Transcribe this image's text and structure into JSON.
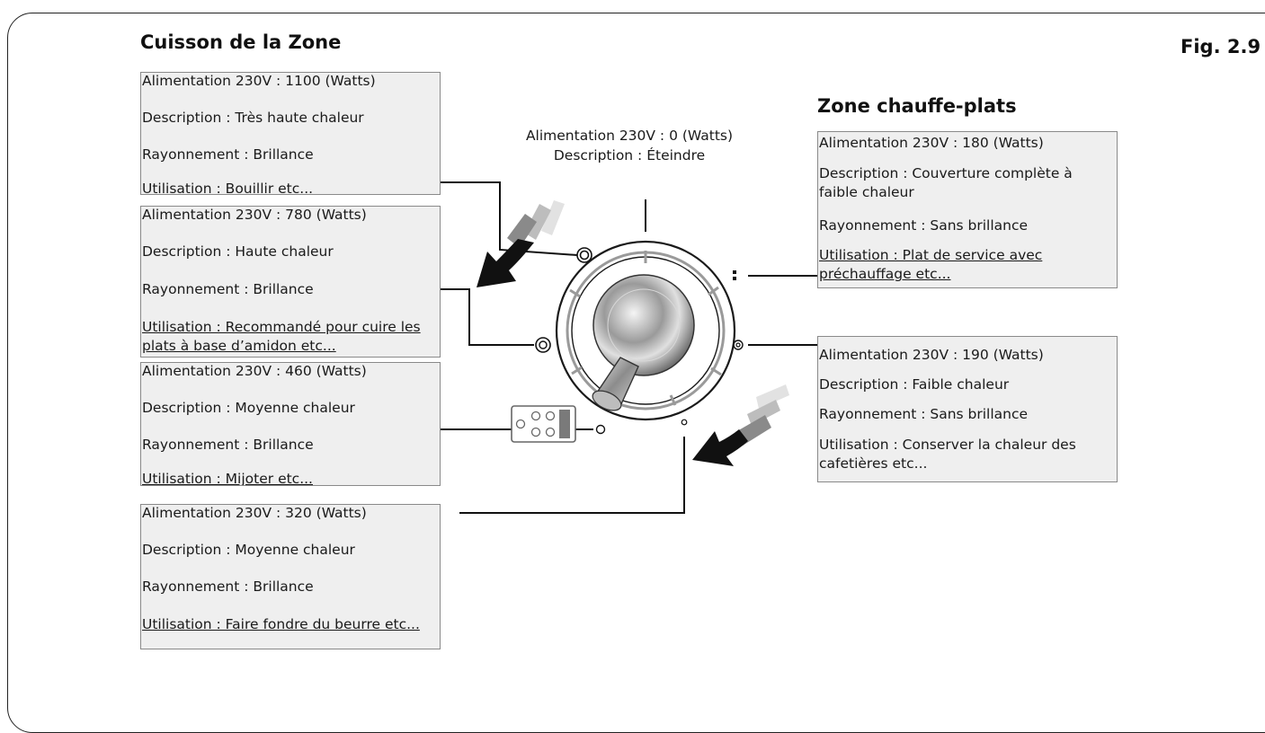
{
  "figure_label": "Fig. 2.9",
  "cooking_zone_heading": "Cuisson de la Zone",
  "warming_zone_heading": "Zone chauffe-plats",
  "off_setting": {
    "power": "Alimentation 230V : 0 (Watts)",
    "description": "Description : Éteindre"
  },
  "cooking_boxes": [
    {
      "power": "Alimentation 230V : 1100 (Watts)",
      "description": "Description : Très haute chaleur",
      "radiance": "Rayonnement : Brillance",
      "usage": "Utilisation : Bouillir etc..."
    },
    {
      "power": "Alimentation 230V : 780 (Watts)",
      "description": "Description : Haute chaleur",
      "radiance": "Rayonnement : Brillance",
      "usage": "Utilisation : Recommandé pour cuire les plats à base d’amidon etc..."
    },
    {
      "power": "Alimentation 230V : 460 (Watts)",
      "description": "Description : Moyenne chaleur",
      "radiance": "Rayonnement : Brillance",
      "usage": "Utilisation : Mijoter etc..."
    },
    {
      "power": "Alimentation 230V : 320 (Watts)",
      "description": "Description : Moyenne chaleur",
      "radiance": "Rayonnement : Brillance",
      "usage": "Utilisation : Faire fondre du beurre etc..."
    }
  ],
  "warming_boxes": [
    {
      "power": "Alimentation 230V : 180 (Watts)",
      "description": "Description : Couverture complète à faible chaleur",
      "radiance": "Rayonnement : Sans brillance",
      "usage": "Utilisation : Plat de service avec préchauffage etc..."
    },
    {
      "power": "Alimentation 230V : 190 (Watts)",
      "description": "Description : Faible chaleur",
      "radiance": "Rayonnement : Sans brillance",
      "usage": "Utilisation : Conserver la chaleur des cafetières etc..."
    }
  ],
  "icons": [
    "control-knob-icon",
    "heat-arrow-icon",
    "cooktop-icon",
    "double-ring-icon",
    "single-ring-icon"
  ]
}
